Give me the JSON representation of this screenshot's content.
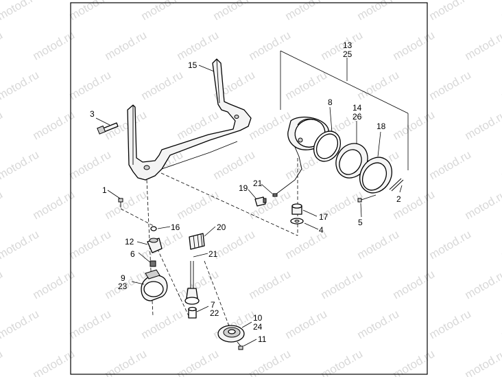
{
  "watermark": "motod.ru",
  "callouts": {
    "c1": "1",
    "c2": "2",
    "c3": "3",
    "c4": "4",
    "c5": "5",
    "c6": "6",
    "c7": "7",
    "c8": "8",
    "c9": "9",
    "c10": "10",
    "c11": "11",
    "c12": "12",
    "c13": "13",
    "c14": "14",
    "c15": "15",
    "c16": "16",
    "c17": "17",
    "c18": "18",
    "c19": "19",
    "c20": "20",
    "c21a": "21",
    "c21b": "21",
    "c22": "22",
    "c23": "23",
    "c24": "24",
    "c25": "25",
    "c26": "26"
  },
  "colors": {
    "line": "#000000",
    "background": "#ffffff",
    "watermark": "#b9b9b9"
  }
}
